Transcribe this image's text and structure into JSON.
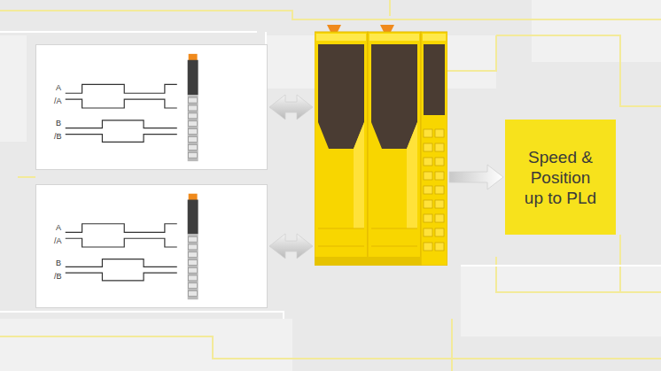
{
  "diagram": {
    "nodes": [
      {
        "text": [
          "A",
          "/A",
          "B",
          "/B"
        ]
      },
      {
        "text": [
          "A",
          "/A",
          "B",
          "/B"
        ]
      },
      {
        "text": []
      },
      {
        "text": [
          "Speed & Position up to PLd"
        ]
      }
    ],
    "edges": [
      {
        "from": 0,
        "to": 2,
        "arrow": "both"
      },
      {
        "from": 1,
        "to": 2,
        "arrow": "both"
      },
      {
        "from": 2,
        "to": 3,
        "arrow": "to"
      }
    ]
  }
}
